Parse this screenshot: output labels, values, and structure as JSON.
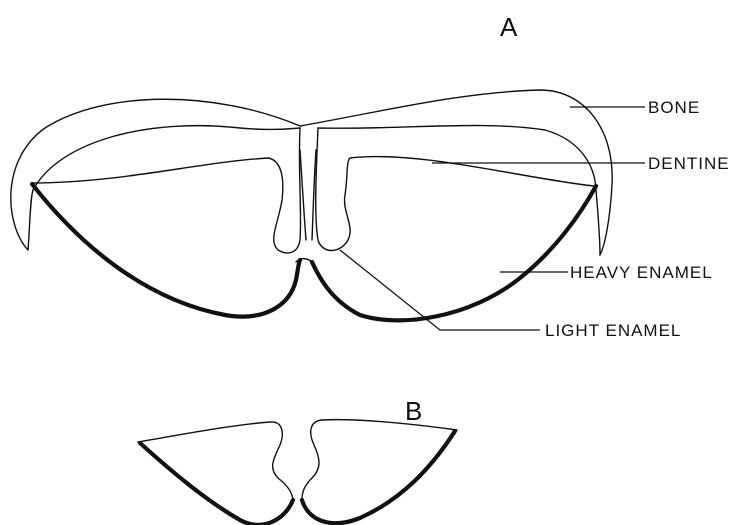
{
  "panels": {
    "a": {
      "letter": "A"
    },
    "b": {
      "letter": "B"
    }
  },
  "labels": {
    "bone": "BONE",
    "dentine": "DENTINE",
    "heavy_enamel": "HEAVY ENAMEL",
    "light_enamel": "LIGHT ENAMEL"
  },
  "colors": {
    "ink": "#111111",
    "background": "#ffffff"
  }
}
